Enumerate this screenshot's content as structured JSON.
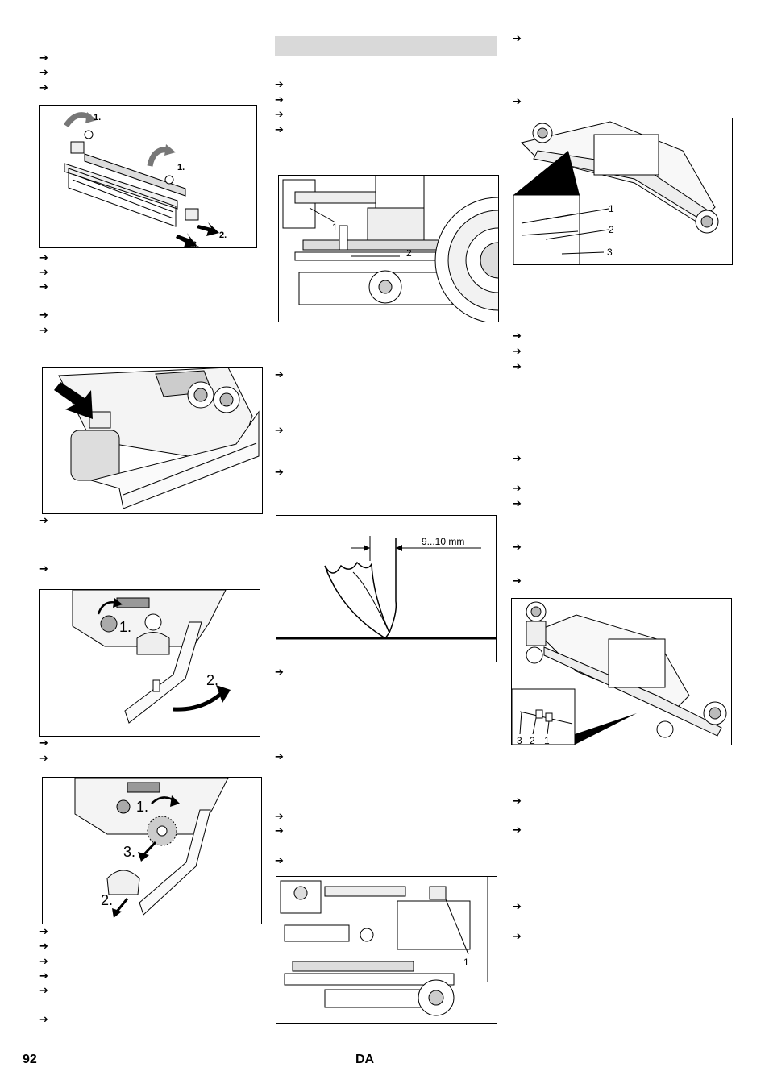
{
  "page": {
    "number": "92",
    "language": "DA"
  },
  "bullet_glyph": "➔",
  "figures": {
    "fig1": {
      "labels": [
        "1.",
        "1.",
        "2.",
        "3."
      ]
    },
    "fig2": {
      "labels": []
    },
    "fig3": {
      "labels": [
        "1.",
        "2."
      ]
    },
    "fig4": {
      "labels": [
        "1.",
        "3.",
        "2."
      ]
    },
    "fig5": {
      "labels": [
        "1",
        "2"
      ]
    },
    "fig6": {
      "dimension": "9...10 mm"
    },
    "fig7": {
      "labels": [
        "1"
      ]
    },
    "fig8": {
      "labels": [
        "1",
        "2",
        "3"
      ]
    },
    "fig9": {
      "labels": [
        "3",
        "2",
        "1"
      ]
    }
  }
}
